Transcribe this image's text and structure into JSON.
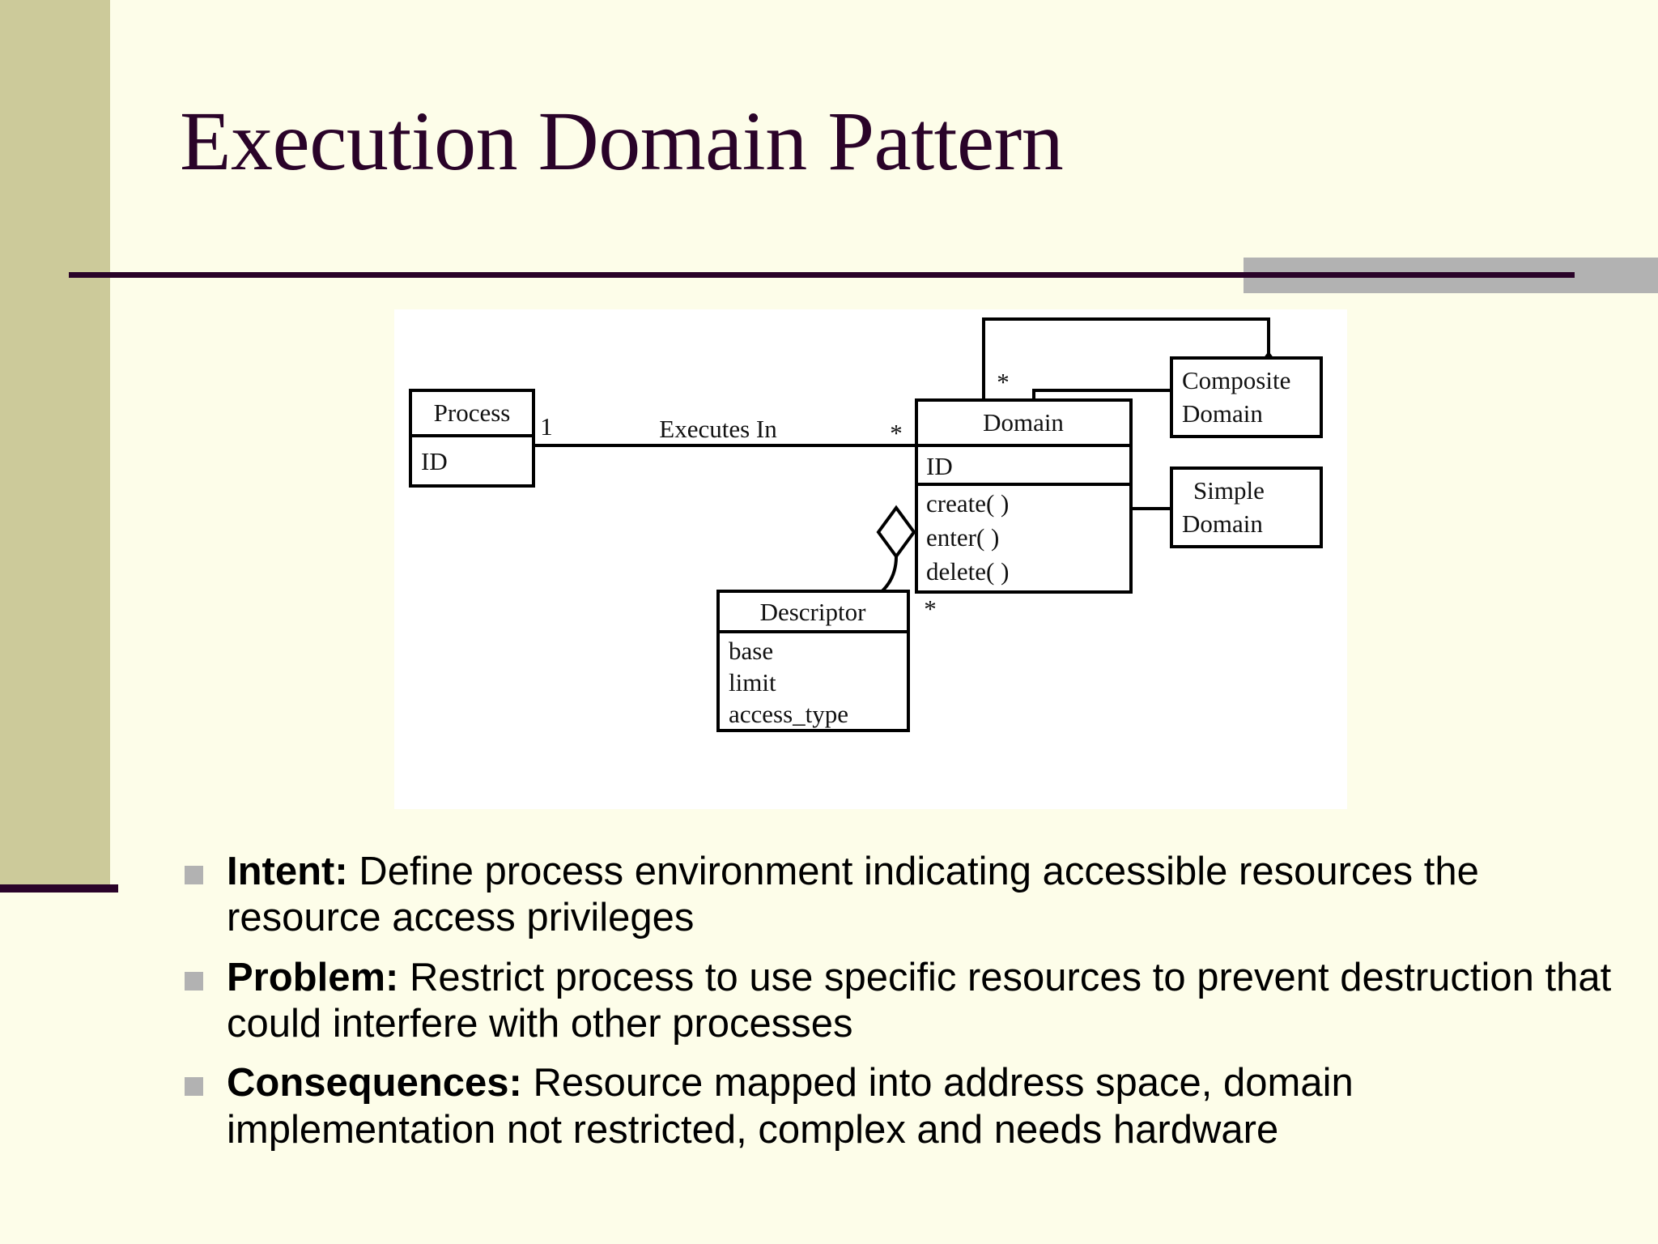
{
  "slide": {
    "title": "Execution Domain Pattern",
    "background_color": "#fdfde9",
    "sidebar_color": "#ccca9a",
    "accent_color": "#2a0329",
    "accent_block_color": "#b2b2b2",
    "bullet_marker_color": "#b2b2b2"
  },
  "diagram": {
    "type": "uml-class-diagram",
    "background_color": "#ffffff",
    "classes": [
      {
        "id": "process",
        "name": "Process",
        "attributes": [
          "ID"
        ],
        "operations": []
      },
      {
        "id": "domain",
        "name": "Domain",
        "attributes": [
          "ID"
        ],
        "operations": [
          "create( )",
          "enter( )",
          "delete( )"
        ]
      },
      {
        "id": "composite-domain",
        "name": "Composite Domain",
        "name_line1": "Composite",
        "name_line2": "Domain",
        "attributes": [],
        "operations": []
      },
      {
        "id": "simple-domain",
        "name": "Simple Domain",
        "name_line1": "Simple",
        "name_line2": "Domain",
        "attributes": [],
        "operations": []
      },
      {
        "id": "descriptor",
        "name": "Descriptor",
        "attributes": [
          "base",
          "limit",
          "access_type"
        ],
        "operations": []
      }
    ],
    "relationships": [
      {
        "id": "executes-in",
        "from": "process",
        "to": "domain",
        "label": "Executes In",
        "source_multiplicity": "1",
        "target_multiplicity": "*",
        "kind": "association"
      },
      {
        "id": "domain-composition-descriptor",
        "from": "domain",
        "to": "descriptor",
        "label": "",
        "source_multiplicity": "",
        "target_multiplicity": "*",
        "kind": "aggregation"
      },
      {
        "id": "composite-contains-domain",
        "from": "composite-domain",
        "to": "domain",
        "label": "",
        "source_multiplicity": "",
        "target_multiplicity": "*",
        "kind": "aggregation"
      },
      {
        "id": "composite-generalizes-domain",
        "from": "composite-domain",
        "to": "domain",
        "label": "",
        "kind": "generalization"
      },
      {
        "id": "simple-generalizes-domain",
        "from": "simple-domain",
        "to": "domain",
        "label": "",
        "kind": "generalization"
      }
    ],
    "multiplicity_labels": {
      "process_side": "1",
      "domain_side": "*",
      "descriptor_side": "*",
      "composite_side": "*"
    }
  },
  "bullets": [
    {
      "lead": "Intent:",
      "text": " Define process environment indicating accessible resources the resource access privileges"
    },
    {
      "lead": "Problem:",
      "text": " Restrict process to use specific resources to prevent destruction that could interfere with other processes"
    },
    {
      "lead": "Consequences:",
      "text": " Resource mapped into address space, domain implementation not restricted, complex and needs hardware"
    }
  ]
}
